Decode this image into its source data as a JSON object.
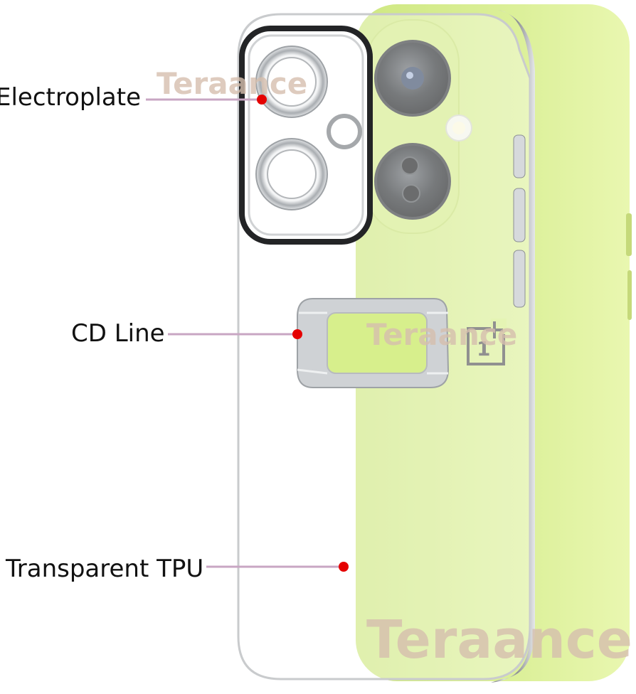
{
  "callouts": [
    {
      "id": "electroplate",
      "label": "Electroplate"
    },
    {
      "id": "cd-line",
      "label": "CD Line"
    },
    {
      "id": "transparent-tpu",
      "label": "Transparent TPU"
    }
  ],
  "watermark": {
    "text": "Teraance"
  },
  "phone": {
    "brand_logo_text": "1"
  },
  "colors": {
    "phone_body": "#d8ef8c",
    "chrome": "#b9bcbf",
    "callout_line": "#c8a6c3",
    "callout_dot": "#e50000",
    "watermark_text": "#d6bfae"
  }
}
